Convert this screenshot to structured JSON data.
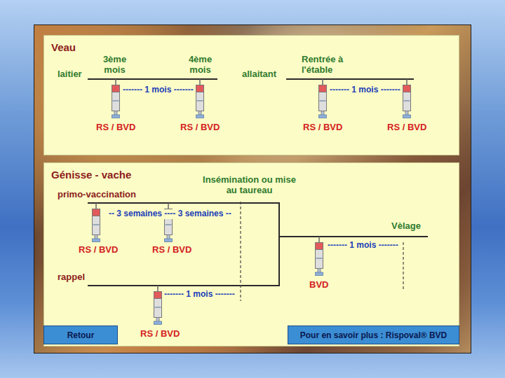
{
  "diagram": {
    "nodes": [
      {
        "text": [
          "Veau"
        ]
      },
      {
        "text": [
          "Génisse - vache"
        ]
      },
      {
        "text": [
          "Retour"
        ]
      },
      {
        "text": [
          "Pour en savoir plus : Rispoval® BVD"
        ]
      }
    ],
    "labels": [
      "3ème mois",
      "4ème mois",
      "laitier",
      "allaitant",
      "Rentrée à l'étable",
      "------- 1 mois -------",
      "------- 1 mois -------",
      "RS / BVD",
      "RS / BVD",
      "RS / BVD",
      "RS / BVD",
      "primo-vaccination",
      "Insémination ou mise au taureau",
      "-- 3 semaines ---- 3 semaines --",
      "Vèlage",
      "------- 1 mois -------",
      "RS / BVD",
      "RS / BVD",
      "rappel",
      "BVD",
      "------- 1 mois -------",
      "RS / BVD"
    ]
  }
}
